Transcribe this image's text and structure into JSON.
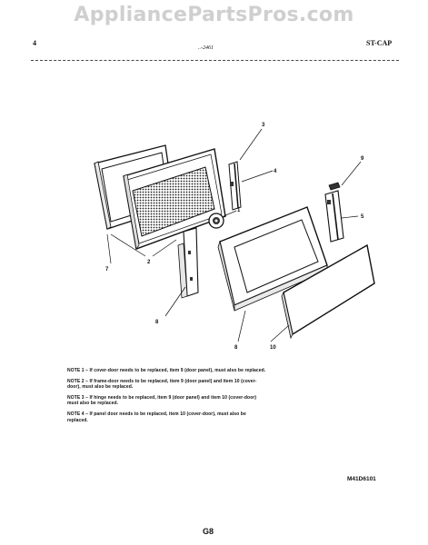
{
  "watermark": "AppliancePartsPros.com",
  "header": {
    "page_no": "4",
    "model": "..-2461",
    "code": "ST-CAP"
  },
  "callouts": {
    "c3": "3",
    "c4": "4",
    "c1": "1",
    "c2": "2",
    "c7": "7",
    "c8_left": "8",
    "c8_right": "8",
    "c5": "5",
    "c9": "9",
    "c10": "10"
  },
  "notes": [
    "NOTE 1 – If cover-door needs to be replaced, item 9 (door panel), must also be replaced.",
    "NOTE 2 – If frame-door needs to be replaced, item 9 (door panel) and item 10 (cover-door), must also be replaced.",
    "NOTE 3 – If hinge needs to be replaced, item 9 (door panel) and item 10 (cover-door) must also be replaced.",
    "NOTE 4 – If panel door needs to be replaced, item 10 (cover-door), must also be replaced."
  ],
  "figure_id": "M41D6101",
  "footer": "G8"
}
